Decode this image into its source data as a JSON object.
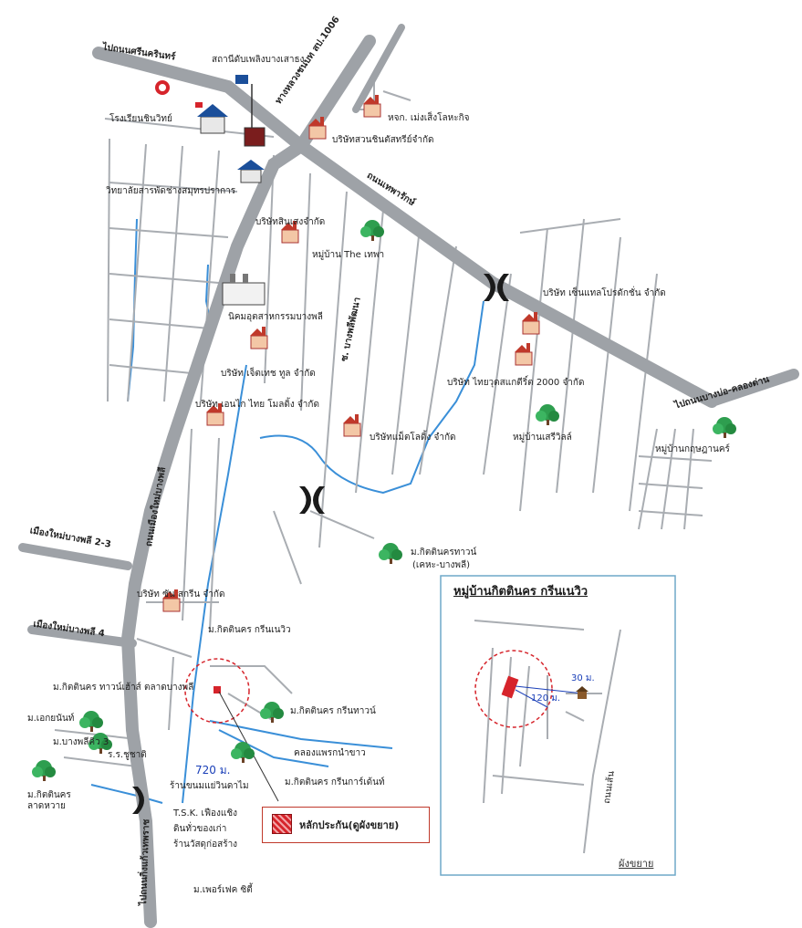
{
  "colors": {
    "road": "#9ea2a7",
    "water": "#3a8fd8",
    "street": "#9ea2a7",
    "factory": "#c0392b",
    "tree": "#2e9e4f",
    "marker": "#d6242b",
    "inset_border": "#6fa8c9"
  },
  "icons": {
    "factory": "factory-icon",
    "village": "tree-village-icon",
    "school": "school-icon",
    "fire_station": "fire-station-icon",
    "interchange": "interchange-icon",
    "property": "property-marker-icon"
  },
  "labels": {
    "road_srinakarin": "ไปถนนศรีนครินทร์",
    "fire_station": "สถานีดับเพลิงบางเสาธง",
    "road_1006": "ทางหลวงชนบท สป.1006",
    "school_chinwitthaya": "โรงเรียนชินวิทย์",
    "hjk_meng": "หจก. เม่งเส็งโลหะกิจ",
    "co_suan_chin": "บริษัทสวนชินตัสทรีย์จำกัด",
    "college": "วิทยาลัยสารพัดช่างสมุทรปราการ",
    "road_theparak": "ถนนเทพารักษ์",
    "co_sinsem": "บริษัทสินเสงจำกัด",
    "village_thepha": "หมู่บ้าน The เทพา",
    "co_central": "บริษัท เซ็นแทลโปรดักชั่น จำกัด",
    "industrial_estate": "นิคมอุตสาหกรรมบางพลี",
    "soi_bangphli": "ซ. บางพลีพัฒนา",
    "co_jet": "บริษัท เจ็ตเทช ทูล จำกัด",
    "co_thai_steel": "บริษัท ไทยวุดสแกตีริ์ต 2000 จำกัด",
    "road_bangbo": "ไปถนนบางบ่อ-คลองด่าน",
    "co_enk": "บริษัท เอนไก ไทย โมลดิ้ง จำกัด",
    "co_metal": "บริษัทแม็ตโลดิ้ง จำกัด",
    "village_sereewit": "หมู่บ้านเสรีวิลล์",
    "village_kritsada": "หมู่บ้านกฤษฎานคร์",
    "road_mueang_mai": "ถนนเมืองใหม่บางพลี",
    "mueang_mai_23": "เมืองใหม่บางพลี 2-3",
    "kittinakorn_town": "ม.กิตตินครทาวน์",
    "kittinakorn_town_sub": "(เคหะ-บางพลี)",
    "co_sun_sakorn": "บริษัท ซัน สกรีน จำกัด",
    "kittinakorn_green_ville": "ม.กิตตินคร กรีนเนวิว",
    "mueang_mai_4": "เมืองใหม่บางพลี 4",
    "kittinakorn_market": "ม.กิตตินคร ทาวน์เฮ้าส์ ตลาดบางพลี",
    "kittinakorn_greentown": "ม.กิตตินคร กรีนทาวน์",
    "ekkayanan": "ม.เอกยนันท์",
    "moo_baan_3": "ม.บางพลีคิว 3",
    "chuchat_school": "ร.ร.ชูชาติ",
    "canal": "คลองแพรกนำขาว",
    "dist_720": "720 ม.",
    "gas_station": "ร้านขนมแย่วินดาไม",
    "kittinakorn_garden": "ม.กิตตินคร กรีนการ์เด้นท์",
    "kittinakorn_lat": "ม.กิตตินคร ลาดหวาย",
    "tsk": "T.S.K. เฟืองแชิง",
    "store_1": "ดินทั่วของเก่า",
    "store_2": "ร้านวัสดุก่อสร้าง",
    "road_king_kaeo": "ไปถนนกิ่งแก้วเทพราช",
    "baan_joy": "ม.เพอร์เฟค ซิตี้",
    "inset_title": "หมู่บ้านกิตตินคร กรีนเนวิว",
    "inset_30": "30 ม.",
    "inset_120": "120 ม.",
    "inset_road": "ถนนเส้น",
    "inset_foot": "ผังขยาย",
    "legend": "หลักประกัน(ดูผังขยาย)"
  }
}
